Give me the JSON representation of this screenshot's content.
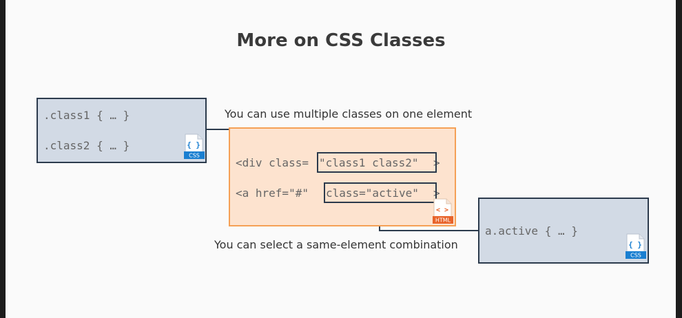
{
  "title": "More on CSS Classes",
  "captions": {
    "multiple_classes": "You can use multiple classes on one element",
    "combination": "You can select a same-element combination"
  },
  "css_box_1": {
    "rule1": ".class1 { … }",
    "rule2": ".class2 { … }",
    "icon_label": "CSS"
  },
  "html_box": {
    "line1_prefix": "<div class=",
    "line1_classes": "\"class1 class2\"",
    "line1_suffix": ">",
    "line2_prefix": "<a href=\"#\" ",
    "line2_class": "class=\"active\"",
    "line2_suffix": ">",
    "icon_label": "HTML"
  },
  "css_box_2": {
    "rule": "a.active { … }",
    "icon_label": "CSS"
  },
  "colors": {
    "css_box_fill": "#d2dae5",
    "css_box_border": "#2b3a4c",
    "html_box_fill": "#fde3cf",
    "html_box_border": "#f5a055",
    "css_icon_accent": "#1a7fd1",
    "html_icon_accent": "#e8632a"
  }
}
